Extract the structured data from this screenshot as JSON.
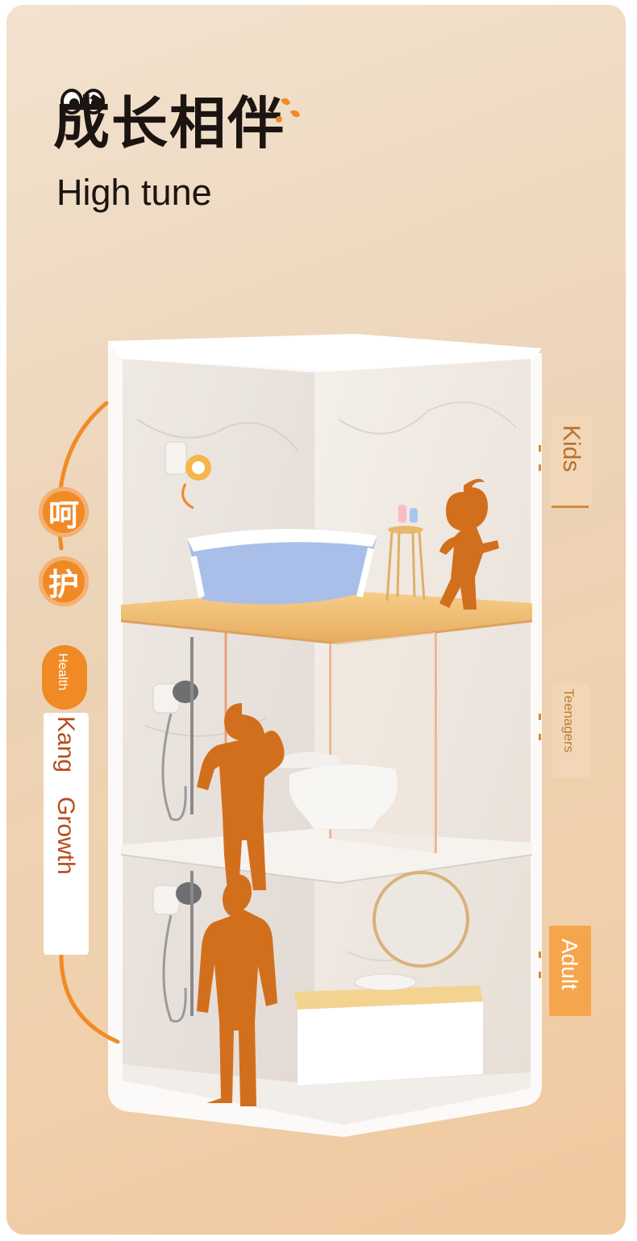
{
  "header": {
    "title": "成长相伴",
    "subtitle": "High tune"
  },
  "side_labels": {
    "char1": "呵",
    "char2": "护",
    "word_health": "Health",
    "word_kang": "Kang",
    "word_growth": "Growth"
  },
  "stages": {
    "kids": "Kids",
    "teenagers": "Teenagers",
    "adult": "Adult"
  },
  "colors": {
    "accent": "#f08a25",
    "silhouette": "#d26f1c",
    "background": "#ecd3b6"
  }
}
